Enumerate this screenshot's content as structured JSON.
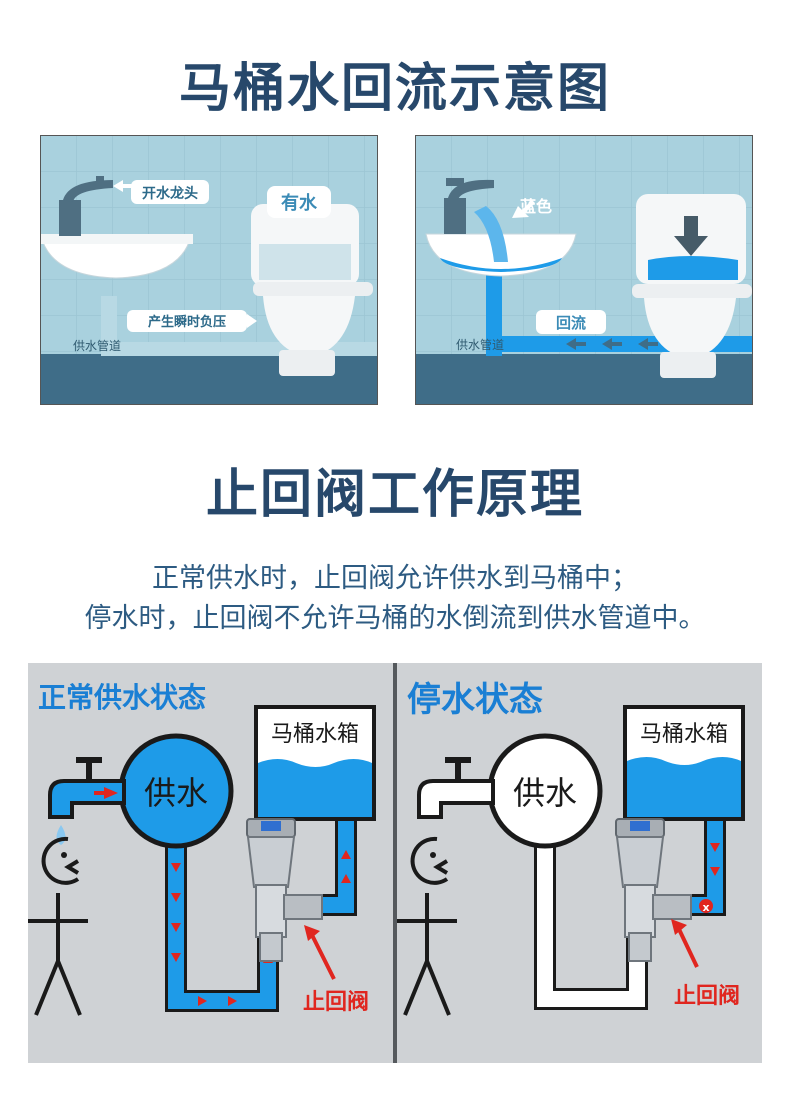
{
  "titles": {
    "backflow": "马桶水回流示意图",
    "check_valve": "止回阀工作原理"
  },
  "description": {
    "line1": "正常供水时，止回阀允许供水到马桶中；",
    "line2": "停水时，止回阀不允许马桶的水倒流到供水管道中。"
  },
  "scene_left": {
    "faucet_label": "开水龙头",
    "tank_label": "有水",
    "pressure_label": "产生瞬时负压",
    "pipe_label": "供水管道"
  },
  "scene_right": {
    "color_label": "蓝色",
    "backflow_label": "回流",
    "pipe_label": "供水管道"
  },
  "panel_normal": {
    "heading": "正常供水状态",
    "supply_label": "供水",
    "tank_label": "马桶水箱",
    "valve_label": "止回阀"
  },
  "panel_stopped": {
    "heading": "停水状态",
    "supply_label": "供水",
    "tank_label": "马桶水箱",
    "valve_label": "止回阀",
    "blocked_mark": "x"
  },
  "colors": {
    "title": "#27486b",
    "description": "#2d5b82",
    "water": "#1e9be8",
    "arrow": "#e0261f",
    "scene_background": "#a9d1de"
  }
}
